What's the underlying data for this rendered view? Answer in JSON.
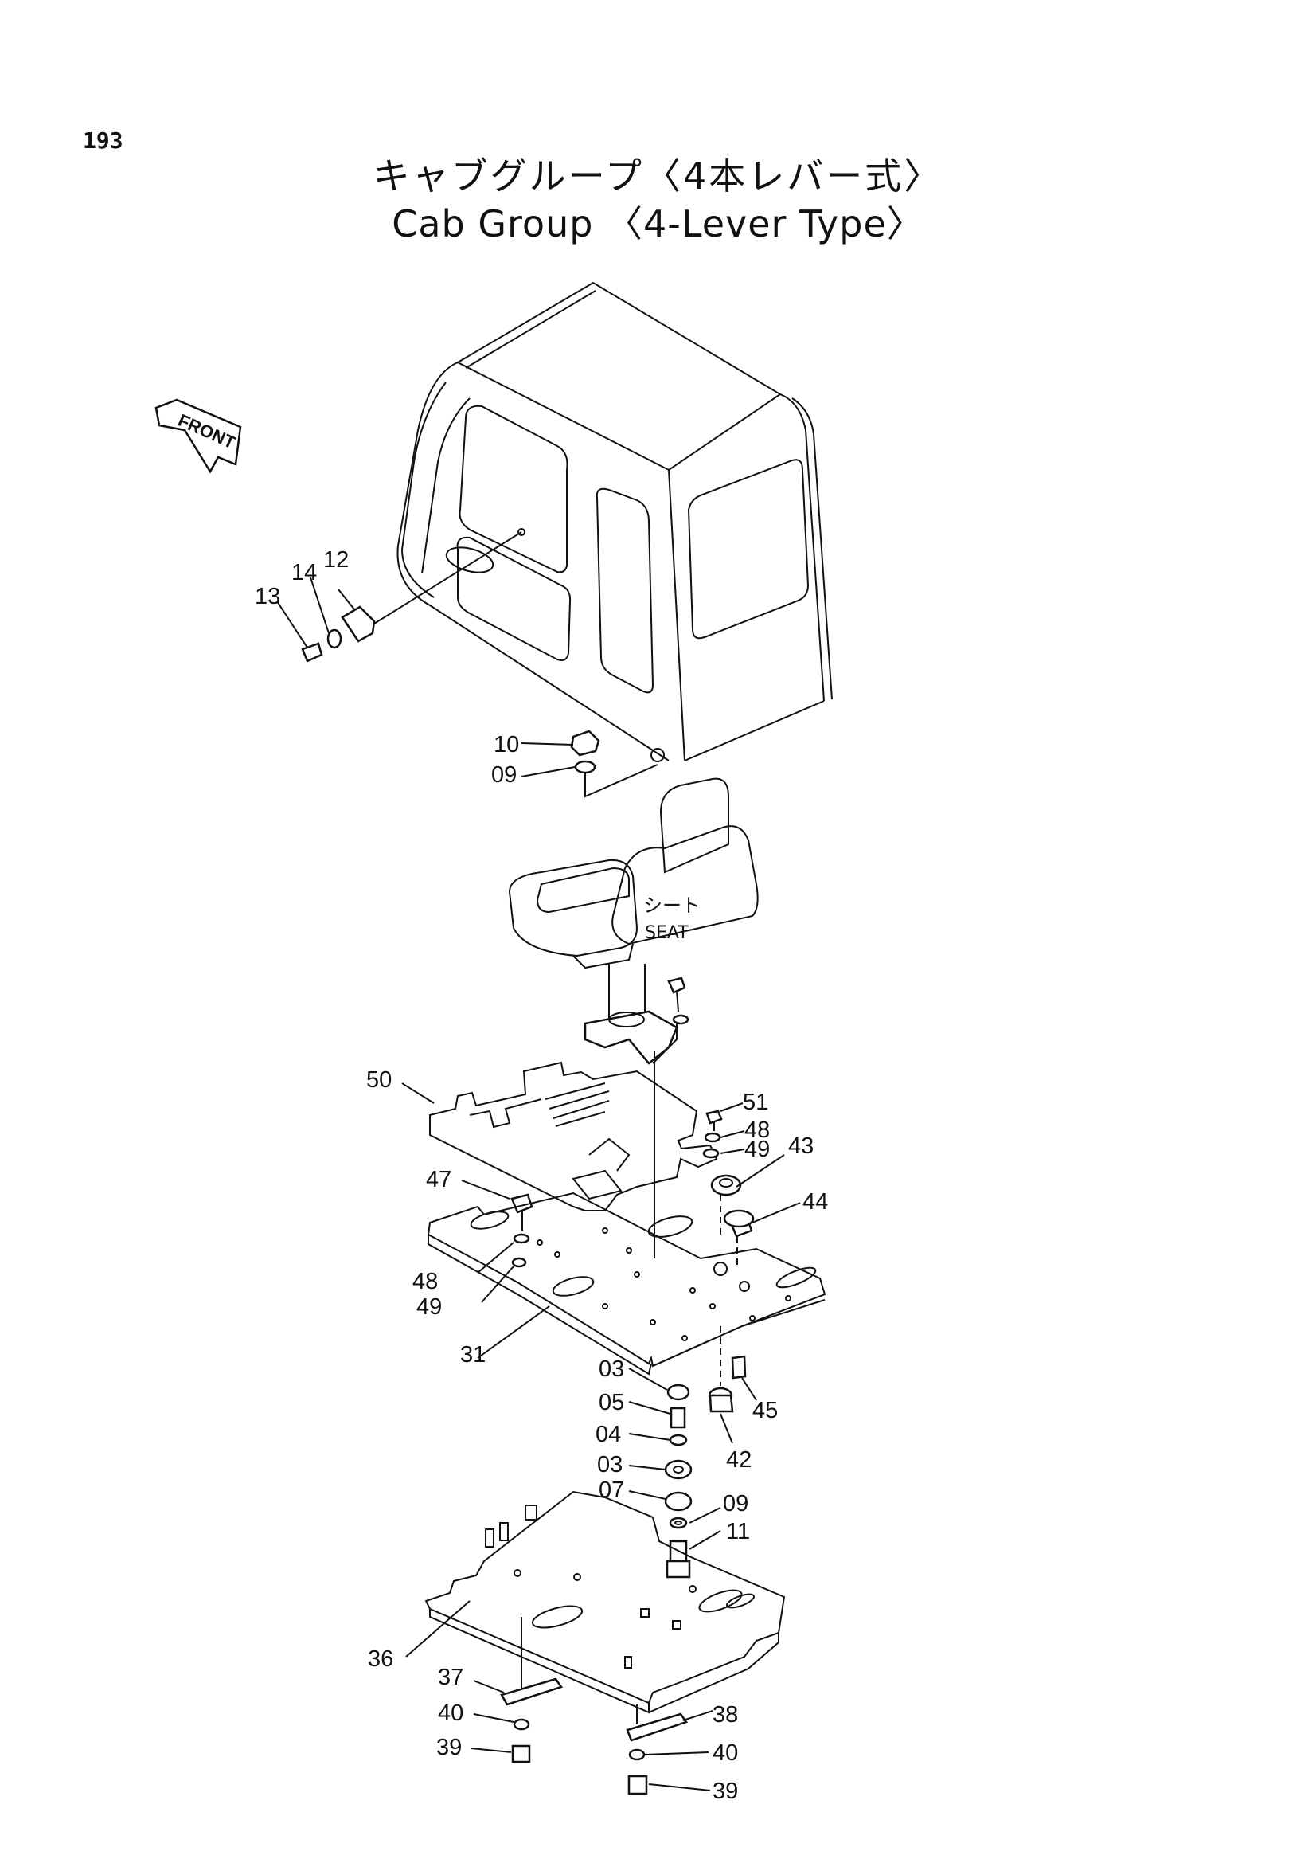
{
  "page_number": "193",
  "title_ja": "キャブグループ〈4本レバー式〉",
  "title_en": "Cab Group 〈4-Lever Type〉",
  "front_arrow_label": "FRONT",
  "seat_label_ja": "シート",
  "seat_label_en": "SEAT",
  "callouts": {
    "c12": "12",
    "c13": "13",
    "c14": "14",
    "c10": "10",
    "c09a": "09",
    "c50": "50",
    "c51": "51",
    "c48a": "48",
    "c49a": "49",
    "c43": "43",
    "c44": "44",
    "c47": "47",
    "c48b": "48",
    "c49b": "49",
    "c31": "31",
    "c03a": "03",
    "c05": "05",
    "c04": "04",
    "c03b": "03",
    "c07": "07",
    "c09b": "09",
    "c11": "11",
    "c45": "45",
    "c42": "42",
    "c36": "36",
    "c37": "37",
    "c40a": "40",
    "c39a": "39",
    "c38": "38",
    "c40b": "40",
    "c39b": "39"
  }
}
